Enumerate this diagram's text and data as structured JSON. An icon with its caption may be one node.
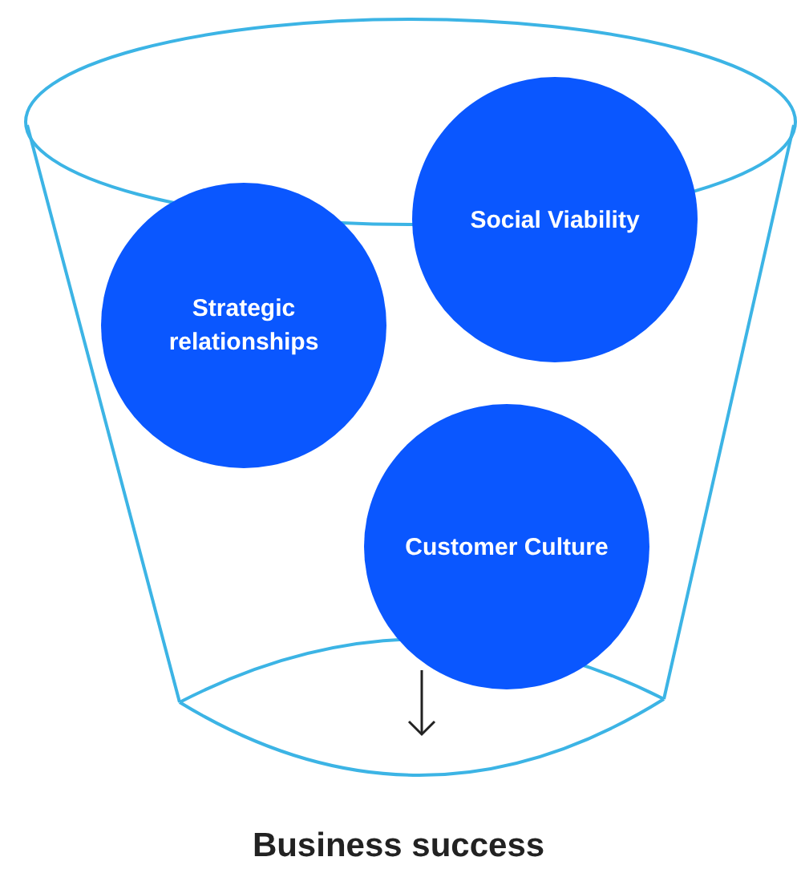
{
  "diagram": {
    "caption": "Business success",
    "nodes": [
      {
        "text": [
          "Social Viability"
        ]
      },
      {
        "text": [
          "Strategic relationships"
        ]
      },
      {
        "text": [
          "Customer Culture"
        ]
      }
    ]
  }
}
